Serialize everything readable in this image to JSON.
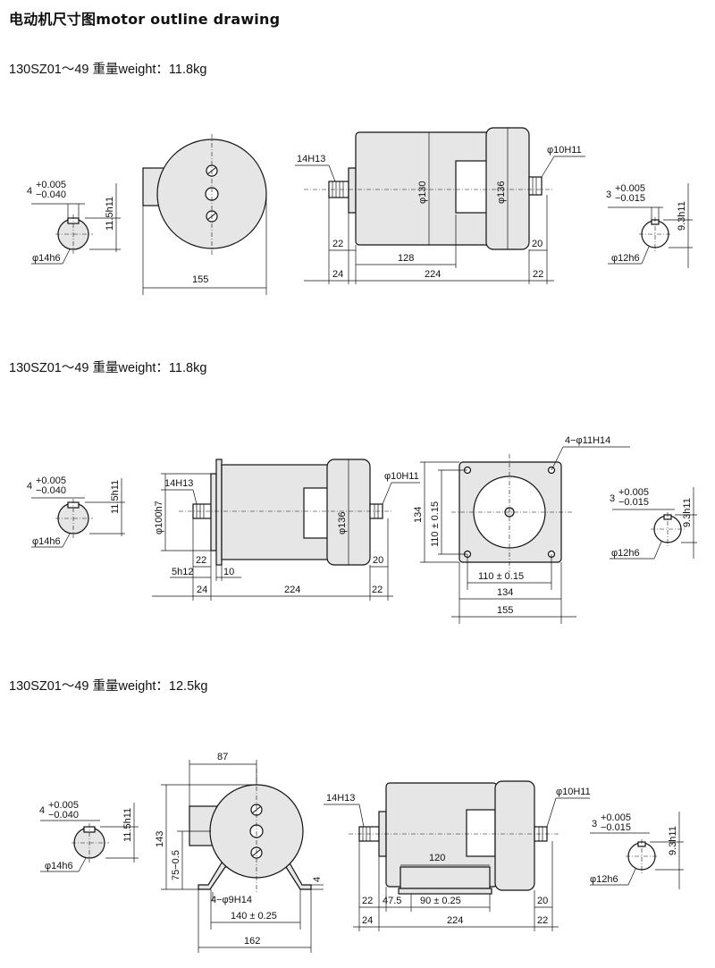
{
  "title": "电动机尺寸图motor outline drawing",
  "sections": [
    {
      "heading": "130SZ01～49  重量weight：11.8kg",
      "shaft_left": {
        "tol_top": "+0.005",
        "tol_bot": "−0.040",
        "key": "4",
        "height": "11.5h11",
        "dia": "φ14h6"
      },
      "end_view": {
        "width": "155"
      },
      "side": {
        "left_shaft": "14H13",
        "dia_body": "φ130",
        "dia_cap": "φ136",
        "d22": "22",
        "d128": "128",
        "d20": "20",
        "d24": "24",
        "d224": "224",
        "d22b": "22",
        "rear_shaft": "φ10H11"
      },
      "shaft_right": {
        "tol_top": "+0.005",
        "tol_bot": "−0.015",
        "key": "3",
        "height": "9.3h11",
        "dia": "φ12h6"
      }
    },
    {
      "heading": "130SZ01～49    重量weight：11.8kg",
      "shaft_left": {
        "tol_top": "+0.005",
        "tol_bot": "−0.040",
        "key": "4",
        "height": "11.5h11",
        "dia": "φ14h6"
      },
      "side": {
        "left_shaft": "14H13",
        "spigot": "φ100h7",
        "dia_cap": "φ136",
        "d22": "22",
        "d10": "10",
        "d5": "5h12",
        "d24": "24",
        "d224": "224",
        "d22b": "22",
        "d20": "20",
        "rear_shaft": "φ10H11"
      },
      "flange": {
        "holes": "4−φ11H14",
        "d134v": "134",
        "d110v": "110 ± 0.15",
        "d110h": "110 ± 0.15",
        "d134h": "134",
        "d155": "155"
      },
      "shaft_right": {
        "tol_top": "+0.005",
        "tol_bot": "−0.015",
        "key": "3",
        "height": "9.3h11",
        "dia": "φ12h6"
      }
    },
    {
      "heading": "130SZ01～49   重量weight：12.5kg",
      "shaft_left": {
        "tol_top": "+0.005",
        "tol_bot": "−0.040",
        "key": "4",
        "height": "11.5h11",
        "dia": "φ14h6"
      },
      "end_view": {
        "d87": "87",
        "d143": "143",
        "d75": "75−0.5",
        "d4": "4",
        "holes": "4−φ9H14",
        "d140": "140 ± 0.25",
        "d162": "162"
      },
      "side": {
        "left_shaft": "14H13",
        "d120": "120",
        "d22": "22",
        "d47": "47.5",
        "d90": "90 ± 0.25",
        "d20": "20",
        "d24": "24",
        "d224": "224",
        "d22b": "22",
        "rear_shaft": "φ10H11"
      },
      "shaft_right": {
        "tol_top": "+0.005",
        "tol_bot": "−0.015",
        "key": "3",
        "height": "9.3h11",
        "dia": "φ12h6"
      }
    }
  ],
  "colors": {
    "line": "#111111",
    "fill": "#e6e6e6",
    "background": "#ffffff"
  }
}
